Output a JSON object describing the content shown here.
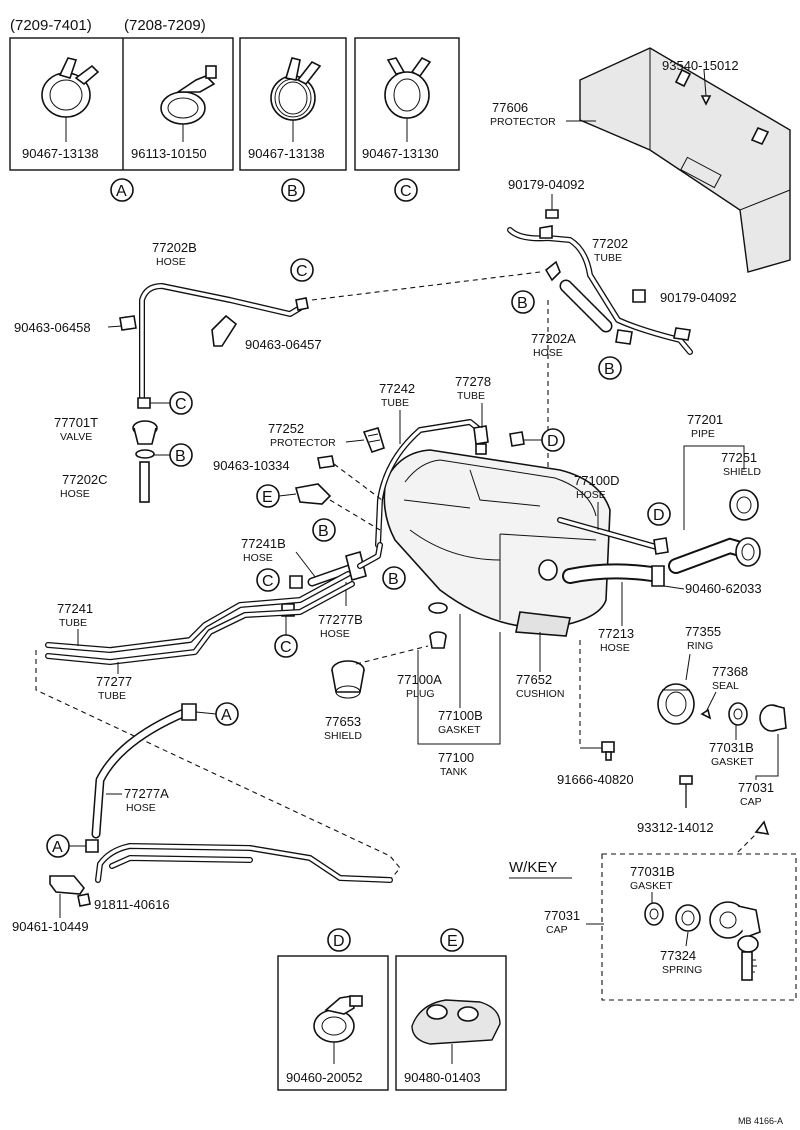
{
  "clamps": {
    "a1_period": "(7209-7401)",
    "a2_period": "(7208-7209)",
    "a1_part": "90467-13138",
    "a2_part": "96113-10150",
    "b_part": "90467-13138",
    "c_part": "90467-13130",
    "a_ref": "A",
    "b_ref": "B",
    "c_ref": "C"
  },
  "protector": {
    "part": "77606",
    "name": "PROTECTOR",
    "bolt": "93540-15012"
  },
  "tube_77202": {
    "part": "77202",
    "name": "TUBE",
    "nut_top": "90179-04092",
    "nut_right": "90179-04092"
  },
  "hose_77202a": {
    "part": "77202A",
    "name": "HOSE"
  },
  "hose_77202b": {
    "part": "77202B",
    "name": "HOSE",
    "clamp_left": "90463-06458",
    "clamp_right": "90463-06457"
  },
  "valve": {
    "part": "77701T",
    "name": "VALVE"
  },
  "hose_77202c": {
    "part": "77202C",
    "name": "HOSE"
  },
  "tube_77242": {
    "part": "77242",
    "name": "TUBE"
  },
  "tube_77278": {
    "part": "77278",
    "name": "TUBE"
  },
  "protector_77252": {
    "part": "77252",
    "name": "PROTECTOR",
    "clip": "90463-10334"
  },
  "pipe_77201": {
    "part": "77201",
    "name": "PIPE"
  },
  "shield_77251": {
    "part": "77251",
    "name": "SHIELD"
  },
  "hose_77100d": {
    "part": "77100D",
    "name": "HOSE"
  },
  "clamp_62033": {
    "part": "90460-62033"
  },
  "hose_77213": {
    "part": "77213",
    "name": "HOSE"
  },
  "hose_77241b": {
    "part": "77241B",
    "name": "HOSE"
  },
  "hose_77277b": {
    "part": "77277B",
    "name": "HOSE"
  },
  "tube_77241": {
    "part": "77241",
    "name": "TUBE"
  },
  "tube_77277": {
    "part": "77277",
    "name": "TUBE"
  },
  "plug": {
    "part": "77100A",
    "name": "PLUG"
  },
  "gasket_77100b": {
    "part": "77100B",
    "name": "GASKET"
  },
  "shield_77653": {
    "part": "77653",
    "name": "SHIELD"
  },
  "tank": {
    "part": "77100",
    "name": "TANK"
  },
  "cushion": {
    "part": "77652",
    "name": "CUSHION"
  },
  "drain_bolt": {
    "part": "91666-40820"
  },
  "ring": {
    "part": "77355",
    "name": "RING"
  },
  "seal": {
    "part": "77368",
    "name": "SEAL"
  },
  "gasket_77031b": {
    "part": "77031B",
    "name": "GASKET"
  },
  "cap": {
    "part": "77031",
    "name": "CAP"
  },
  "screw_14012": {
    "part": "93312-14012"
  },
  "hose_77277a": {
    "part": "77277A",
    "name": "HOSE"
  },
  "bolt_40616": {
    "part": "91811-40616"
  },
  "clamp_10449": {
    "part": "90461-10449"
  },
  "wkey": {
    "title": "W/KEY",
    "cap_part": "77031",
    "cap_name": "CAP",
    "gasket_part": "77031B",
    "gasket_name": "GASKET",
    "spring_part": "77324",
    "spring_name": "SPRING"
  },
  "box_d": {
    "ref": "D",
    "part": "90460-20052"
  },
  "box_e": {
    "ref": "E",
    "part": "90480-01403"
  },
  "code": "MB 4166-A"
}
